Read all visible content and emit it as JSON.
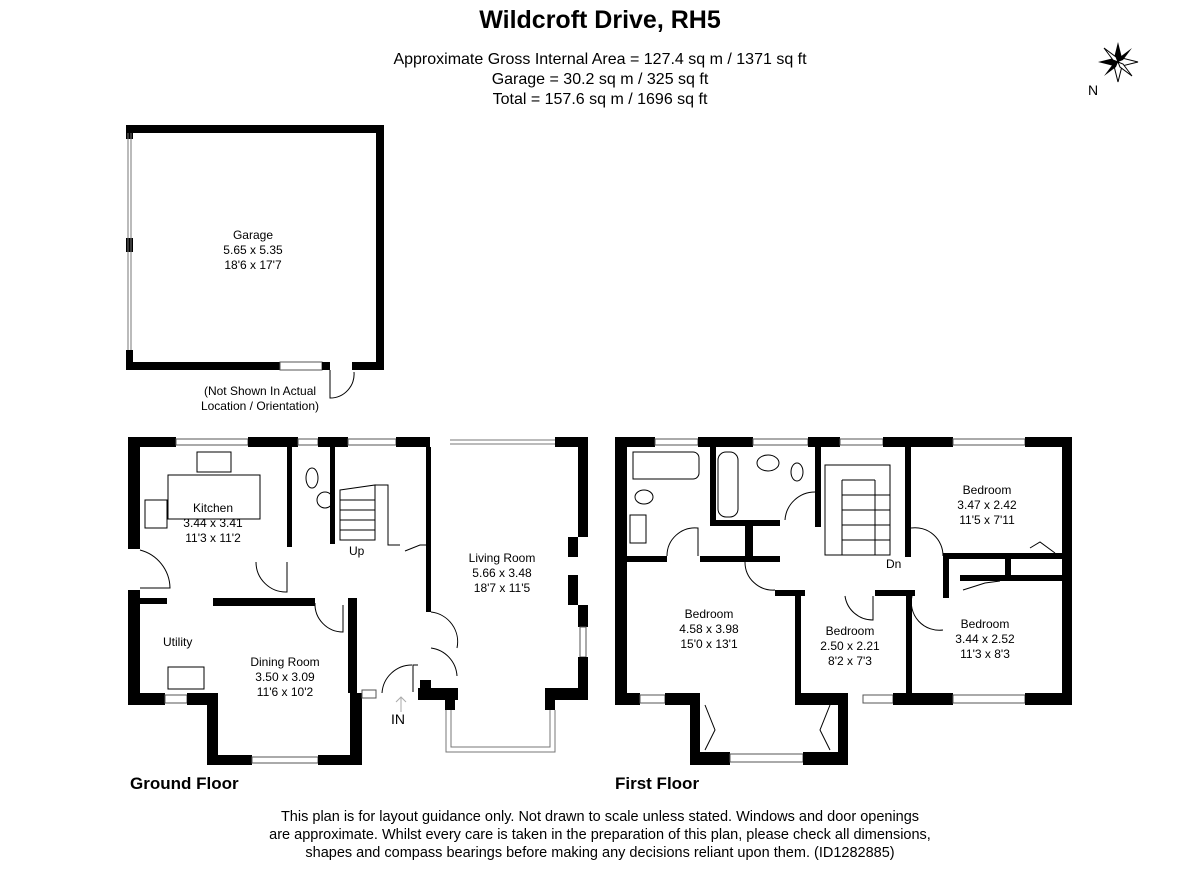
{
  "header": {
    "title": "Wildcroft Drive, RH5",
    "areas": [
      "Approximate Gross Internal Area = 127.4 sq m / 1371 sq ft",
      "Garage = 30.2 sq m / 325 sq ft",
      "Total = 157.6 sq m / 1696 sq ft"
    ]
  },
  "compass": {
    "label": "N",
    "icon": "compass-rose-icon"
  },
  "garage": {
    "name": "Garage",
    "metric": "5.65 x 5.35",
    "imperial": "18'6 x 17'7",
    "note": [
      "(Not Shown In Actual",
      "Location / Orientation)"
    ]
  },
  "ground_floor": {
    "label": "Ground Floor",
    "rooms": [
      {
        "name": "Kitchen",
        "metric": "3.44 x 3.41",
        "imperial": "11'3 x 11'2"
      },
      {
        "name": "Living Room",
        "metric": "5.66 x 3.48",
        "imperial": "18'7 x 11'5"
      },
      {
        "name": "Dining Room",
        "metric": "3.50 x 3.09",
        "imperial": "11'6 x 10'2"
      },
      {
        "name": "Utility"
      }
    ],
    "stairs_label": "Up",
    "entrance_label": "IN"
  },
  "first_floor": {
    "label": "First Floor",
    "rooms": [
      {
        "name": "Bedroom",
        "metric": "4.58 x 3.98",
        "imperial": "15'0 x 13'1"
      },
      {
        "name": "Bedroom",
        "metric": "2.50 x 2.21",
        "imperial": "8'2 x 7'3"
      },
      {
        "name": "Bedroom",
        "metric": "3.47 x 2.42",
        "imperial": "11'5 x 7'11"
      },
      {
        "name": "Bedroom",
        "metric": "3.44 x 2.52",
        "imperial": "11'3 x 8'3"
      }
    ],
    "stairs_label": "Dn"
  },
  "disclaimer": [
    "This plan is for layout guidance only. Not drawn to scale unless stated. Windows and door openings",
    "are approximate. Whilst every care is taken in the preparation of this plan, please check all dimensions,",
    "shapes and compass bearings before making any decisions reliant upon them. (ID1282885)"
  ]
}
